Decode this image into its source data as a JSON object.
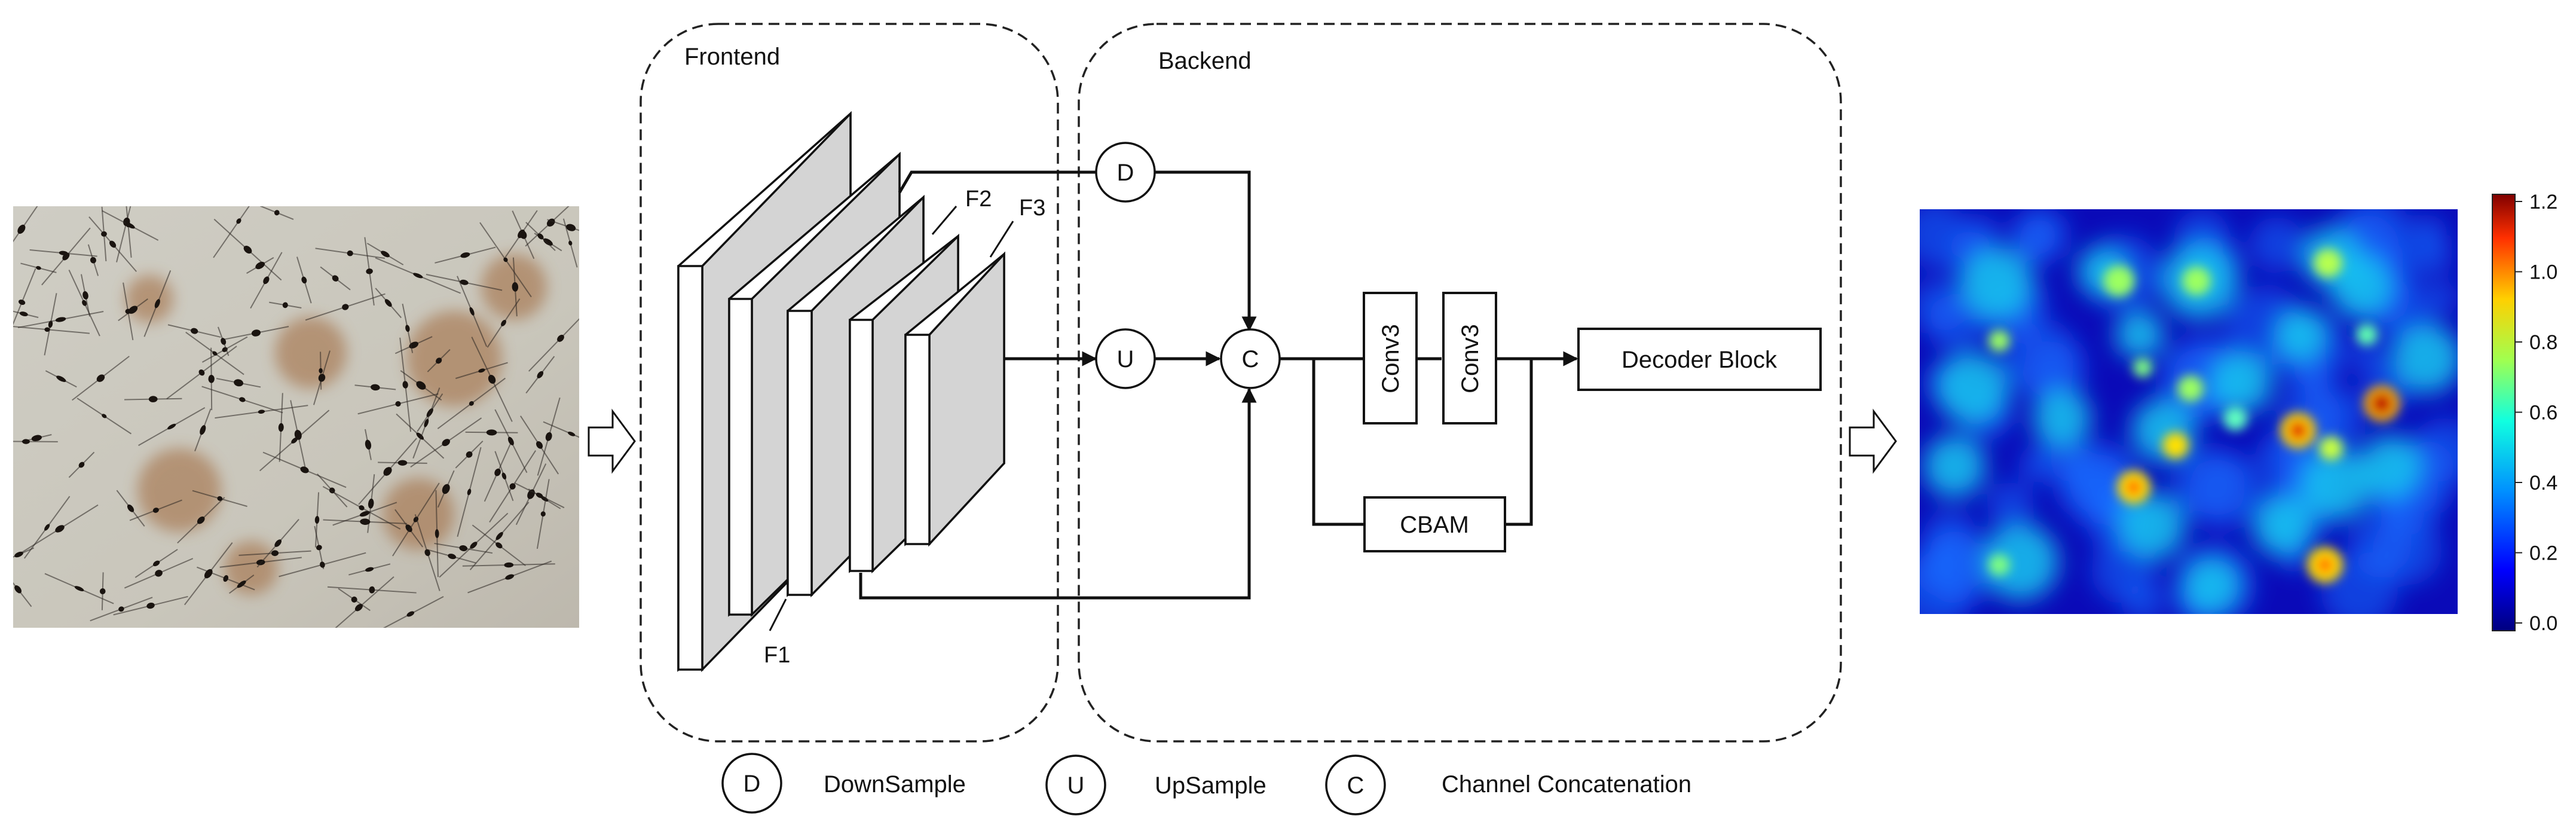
{
  "frontend": {
    "title": "Frontend",
    "feature_labels": {
      "f1": "F1",
      "f2": "F2",
      "f3": "F3"
    }
  },
  "backend": {
    "title": "Backend",
    "ops": {
      "downsample": "D",
      "upsample": "U",
      "concat": "C"
    },
    "conv_a": "Conv3",
    "conv_b": "Conv3",
    "attention": "CBAM",
    "decoder": "Decoder Block"
  },
  "legend": [
    {
      "symbol": "D",
      "text": "DownSample"
    },
    {
      "symbol": "U",
      "text": "UpSample"
    },
    {
      "symbol": "C",
      "text": "Channel Concatenation"
    }
  ],
  "colorbar": {
    "ticks": [
      "1.2",
      "1.0",
      "0.8",
      "0.6",
      "0.4",
      "0.2",
      "0.0"
    ],
    "colormap": [
      "#00007f",
      "#0000ff",
      "#00a0ff",
      "#10ffe0",
      "#a0ff50",
      "#ffd000",
      "#ff3000",
      "#800000"
    ]
  },
  "colors": {
    "map_background": "#0a0ab8",
    "photo_background": "#c9c7bd",
    "layer_face": "#d4d4d4"
  }
}
